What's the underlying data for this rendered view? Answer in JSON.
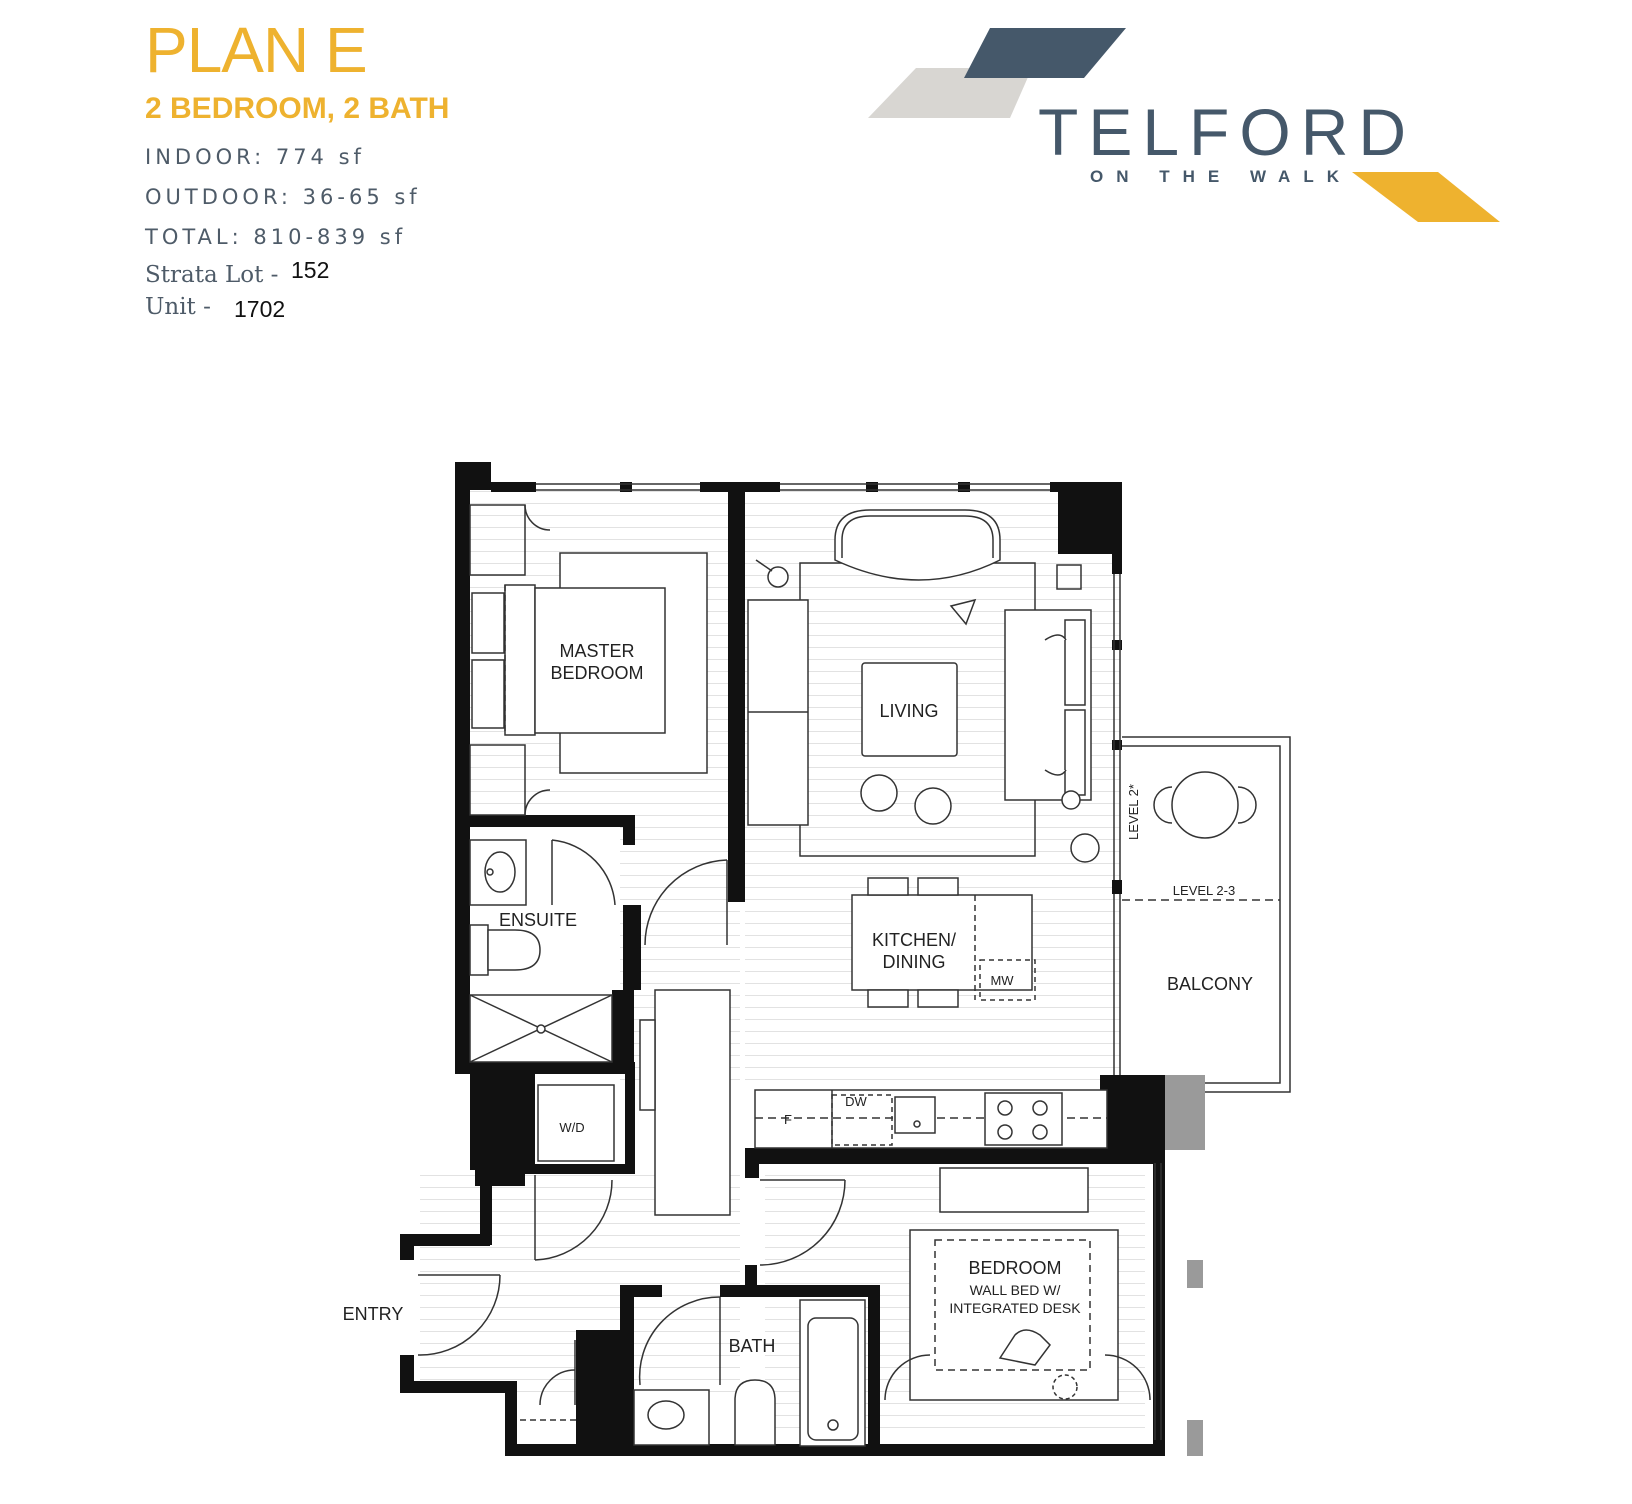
{
  "header": {
    "plan_title": "PLAN E",
    "plan_subtitle": "2 BEDROOM, 2 BATH",
    "indoor": "INDOOR: 774 sf",
    "outdoor": "OUTDOOR: 36-65 sf",
    "total": "TOTAL: 810-839 sf",
    "strata_lot_label": "Strata Lot -",
    "strata_lot_value": "152",
    "unit_label": "Unit -",
    "unit_value": "1702"
  },
  "brand": {
    "name": "TELFORD",
    "tagline": "ON THE WALK",
    "colors": {
      "navy": "#45586a",
      "grey": "#d8d6d2",
      "gold": "#eeb22f"
    }
  },
  "floorplan": {
    "rooms": {
      "master_bedroom": [
        "MASTER",
        "BEDROOM"
      ],
      "living": "LIVING",
      "ensuite": "ENSUITE",
      "kitchen_dining": [
        "KITCHEN/",
        "DINING"
      ],
      "mw": "MW",
      "balcony": "BALCONY",
      "level_2_3": "LEVEL 2-3",
      "level_2": "LEVEL 2*",
      "wd": "W/D",
      "f": "F",
      "dw": "DW",
      "entry": "ENTRY",
      "bath": "BATH",
      "bedroom": [
        "BEDROOM",
        "WALL BED W/",
        "INTEGRATED DESK"
      ]
    },
    "colors": {
      "wall": "#111111",
      "line": "#333333",
      "floor_line": "#e2e2e2",
      "grey_wall": "#9a9a9a"
    }
  }
}
